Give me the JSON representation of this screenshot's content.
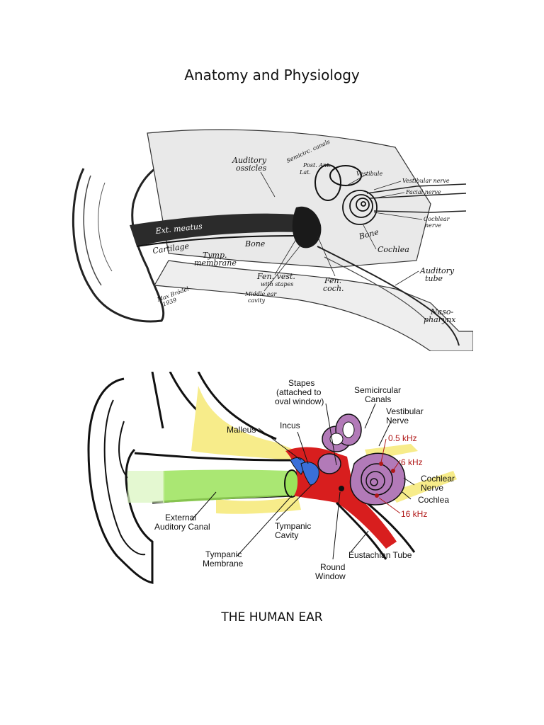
{
  "document": {
    "title": "Anatomy and Physiology",
    "caption": "THE HUMAN EAR"
  },
  "figure_sketch": {
    "labels": {
      "auditory_ossicles": "Auditory\nossicles",
      "semicirc_canals": "Semicirc. canals",
      "post_lat_ant": "Post.  Ant.\nLat.",
      "vestibule": "Vestibule",
      "vestibular_nerve": "Vestibular nerve",
      "facial_nerve": "Facial nerve",
      "cochlear_nerve": "Cochlear\nnerve",
      "cochlea": "Cochlea",
      "auditory_tube": "Auditory\ntube",
      "naso_pharynx": "Naso-\npharynx",
      "ext_meatus": "Ext. meatus",
      "cartilage": "Cartilage",
      "bone": "Bone",
      "bone2": "Bone",
      "tymp_membrane": "Tymp.\nmembrane",
      "fen_vest": "Fen. vest.\nwith stapes",
      "fen_coch": "Fen.\ncoch.",
      "middle_ear_cavity": "Middle ear\ncavity",
      "signature": "Max Brödel\n1939"
    }
  },
  "figure_color": {
    "labels": {
      "stapes": "Stapes\n(attached to\noval window)",
      "semicircular_canals": "Semicircular\nCanals",
      "vestibular_nerve": "Vestibular\nNerve",
      "malleus": "Malleus",
      "incus": "Incus",
      "freq_low": "0.5 kHz",
      "freq_mid": "6 kHz",
      "freq_high": "16 kHz",
      "cochlear_nerve": "Cochlear\nNerve",
      "cochlea": "Cochlea",
      "external_auditory_canal": "External\nAuditory Canal",
      "tympanic_cavity": "Tympanic\nCavity",
      "tympanic_membrane": "Tympanic\nMembrane",
      "eustachian_tube": "Eustachian Tube",
      "round_window": "Round\nWindow"
    },
    "colors": {
      "canal_green": "#9be35a",
      "bone_yellow": "#f7ec8a",
      "cavity_red": "#d81e1e",
      "ossicle_blue": "#3a6fd8",
      "labyrinth_purple": "#b27ab8",
      "frequency_red": "#b01818"
    }
  }
}
